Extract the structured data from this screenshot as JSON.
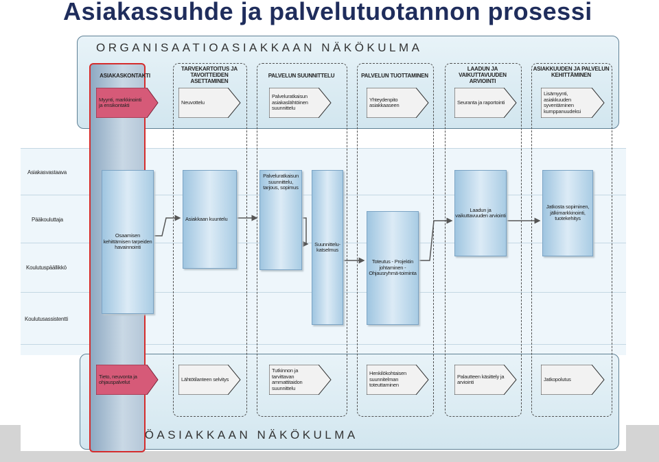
{
  "title": "Asiakassuhde ja palvelutuotannon prosessi",
  "panels": {
    "organisation": "ORGANISAATIOASIAKKAAN NÄKÖKULMA",
    "individual": "YKSILÖASIAKKAAN NÄKÖKULMA"
  },
  "phases": [
    {
      "title": "ASIAKASKONTAKTI",
      "org_step": "Myynti, markkinointi ja ensikontakti",
      "ind_step": "Tieto, neuvonta ja ohjauspalvelut"
    },
    {
      "title": "TARVEKARTOITUS JA TAVOITTEIDEN ASETTAMINEN",
      "org_step": "Neuvottelu",
      "ind_step": "Lähtötilanteen selvitys"
    },
    {
      "title": "PALVELUN SUUNNITTELU",
      "org_step": "Palveluratkaisun asiakaslähtöinen suunnittelu",
      "ind_step": "Tutkinnon ja tarvittavan ammattitaidon suunnittelu"
    },
    {
      "title": "PALVELUN TUOTTAMINEN",
      "org_step": "Yhteydenpito asiakkaaseen",
      "ind_step": "Henkilökohtaisen suunnitelman toteuttaminen"
    },
    {
      "title": "LAADUN JA VAIKUTTAVUUDEN ARVIOINTI",
      "org_step": "Seuranta ja raportointi",
      "ind_step": "Palautteen käsittely ja arviointi"
    },
    {
      "title": "ASIAKKUUDEN JA PALVELUN KEHITTÄMINEN",
      "org_step": "Lisämyynti, asiakkuuden syventäminen kumppanuudeksi",
      "ind_step": "Jatkopolutus"
    }
  ],
  "lanes": [
    "Asiakasvastaava",
    "Pääkouluttaja",
    "Koulutuspäällikkö",
    "Koulutusassistentti"
  ],
  "tasks": {
    "t1": "Osaamisen kehittämisen tarpeiden havainnointi",
    "t2": "Asiakkaan kuuntelu",
    "t3": "Palveluratkaisun suunnittelu, tarjous, sopimus",
    "t4": "Suunnittelu-katselmus",
    "t5": "Toteutus - Projektin johtaminen - Ohjausryhmä-toiminta",
    "t6": "Laadun ja vaikuttavuuden arviointi",
    "t7": "Jatkosta sopiminen, jälkimarkkinointi, tuotekehitys"
  },
  "colors": {
    "title": "#1f2d5c",
    "highlight_border": "#d52b2b",
    "highlight_arrow": "#d65a78",
    "arrow_fill": "#f2f2f2",
    "task_fill": "#a9cce4"
  }
}
